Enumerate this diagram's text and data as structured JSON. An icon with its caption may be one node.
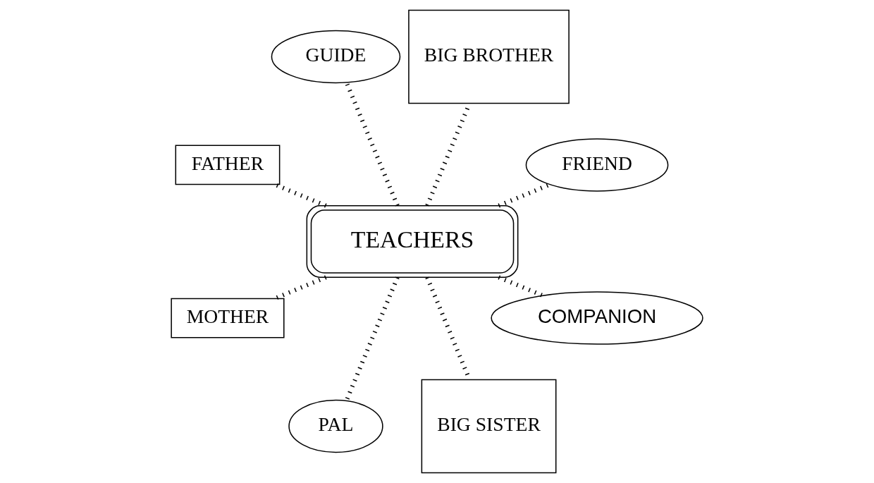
{
  "diagram": {
    "nodes": [
      {
        "text": [
          "FRIEND"
        ]
      },
      {
        "text": [
          "BIG BROTHER"
        ]
      },
      {
        "text": [
          "GUIDE"
        ]
      },
      {
        "text": [
          "FATHER"
        ]
      },
      {
        "text": [
          "TEACHERS"
        ]
      },
      {
        "text": [
          "MOTHER"
        ]
      },
      {
        "text": [
          "PAL"
        ]
      },
      {
        "text": [
          "BIG SISTER"
        ]
      },
      {
        "text": [
          "COMPANION"
        ]
      }
    ],
    "edges": [
      {
        "from": 4,
        "to": 0,
        "arrow": "none",
        "style": "dashed"
      },
      {
        "from": 4,
        "to": 1,
        "arrow": "none",
        "style": "dashed"
      },
      {
        "from": 4,
        "to": 2,
        "arrow": "none",
        "style": "dashed"
      },
      {
        "from": 4,
        "to": 3,
        "arrow": "none",
        "style": "dashed"
      },
      {
        "from": 4,
        "to": 5,
        "arrow": "none",
        "style": "dashed"
      },
      {
        "from": 4,
        "to": 6,
        "arrow": "none",
        "style": "dashed"
      },
      {
        "from": 4,
        "to": 7,
        "arrow": "none",
        "style": "dashed"
      },
      {
        "from": 4,
        "to": 8,
        "arrow": "none",
        "style": "dashed"
      }
    ]
  }
}
